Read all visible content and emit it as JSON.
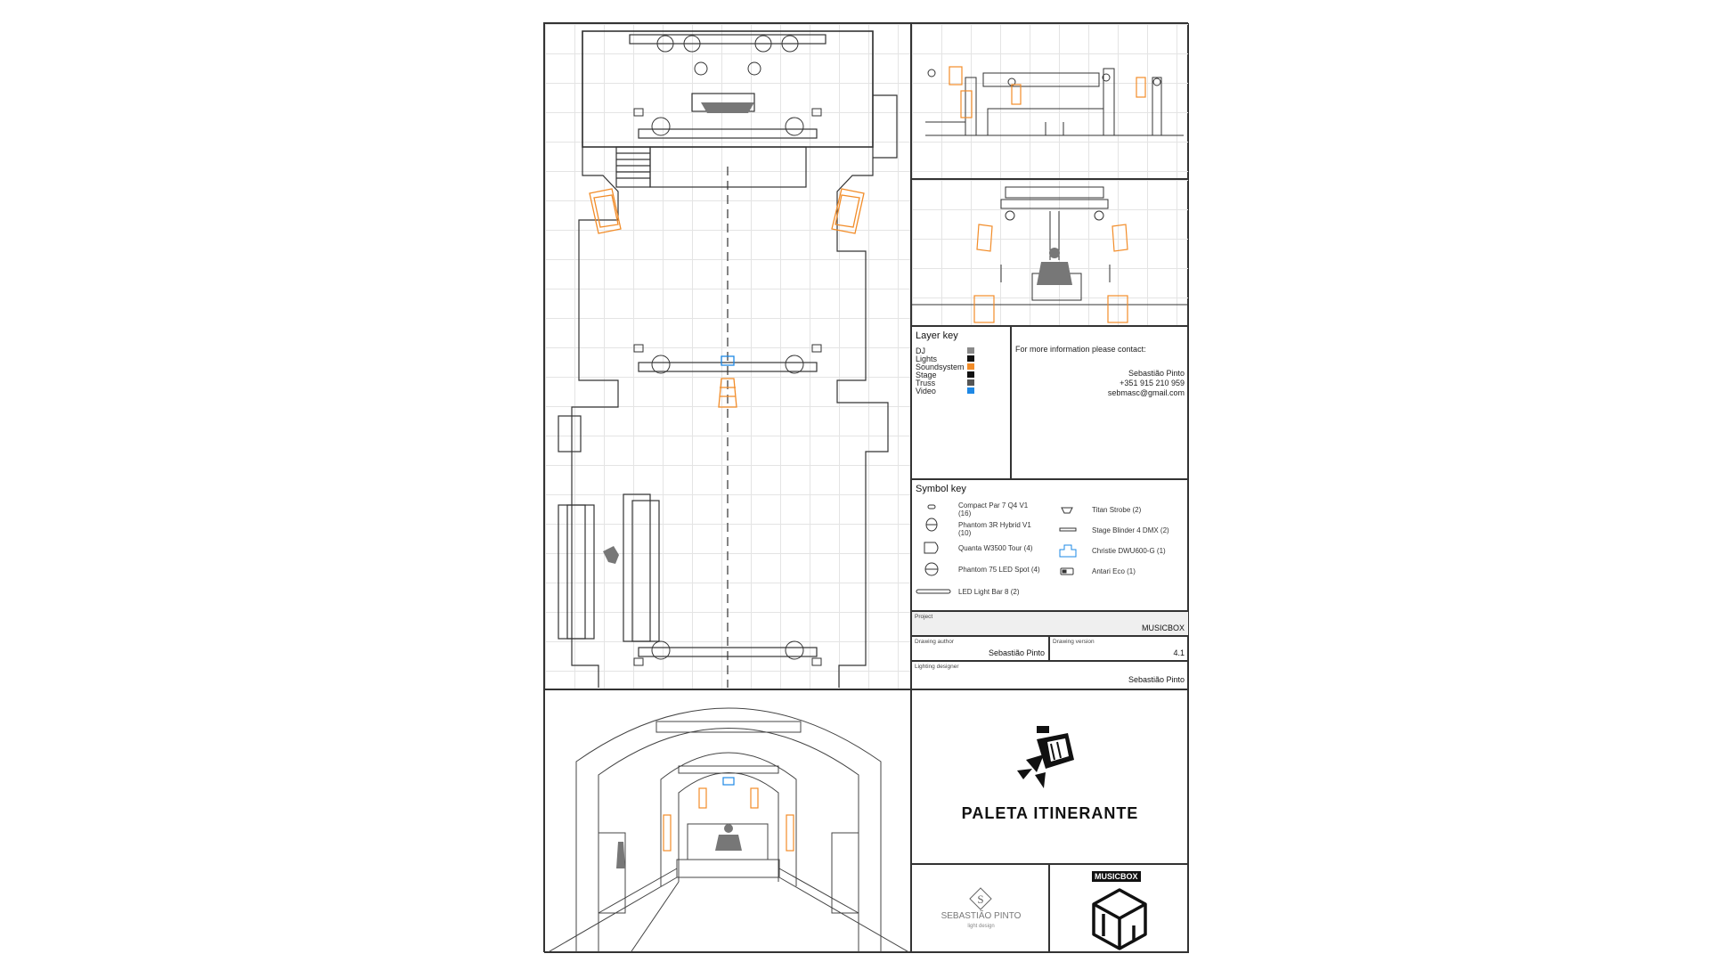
{
  "layer_key": {
    "title": "Layer key",
    "items": [
      {
        "label": "DJ",
        "color": "#8a8a8a"
      },
      {
        "label": "Lights",
        "color": "#111111"
      },
      {
        "label": "Soundsystem",
        "color": "#f28c28"
      },
      {
        "label": "Stage",
        "color": "#111111"
      },
      {
        "label": "Truss",
        "color": "#555555"
      },
      {
        "label": "Video",
        "color": "#1e88e5"
      }
    ]
  },
  "contact": {
    "intro": "For more information please contact:",
    "name": "Sebastião Pinto",
    "phone": "+351 915 210 959",
    "email": "sebmasc@gmail.com"
  },
  "symbol_key": {
    "title": "Symbol key",
    "left": [
      {
        "label": "Compact Par 7 Q4 V1",
        "count": "(16)",
        "icon": "compact-par-icon"
      },
      {
        "label": "Phantom 3R Hybrid V1",
        "count": "(10)",
        "icon": "phantom-hybrid-icon"
      },
      {
        "label": "Quanta W3500 Tour (4)",
        "count": "",
        "icon": "quanta-icon"
      },
      {
        "label": "Phantom 75 LED Spot (4)",
        "count": "",
        "icon": "phantom-spot-icon"
      },
      {
        "label": "LED Light Bar 8 (2)",
        "count": "",
        "icon": "led-bar-icon"
      }
    ],
    "right": [
      {
        "label": "Titan Strobe (2)",
        "icon": "titan-strobe-icon"
      },
      {
        "label": "Stage Blinder 4 DMX (2)",
        "icon": "stage-blinder-icon"
      },
      {
        "label": "Christie DWU600-G (1)",
        "icon": "projector-icon"
      },
      {
        "label": "Antari Eco (1)",
        "icon": "hazer-icon"
      }
    ]
  },
  "title_block": {
    "project_label": "Project",
    "project": "MUSICBOX",
    "author_label": "Drawing author",
    "author": "Sebastião Pinto",
    "version_label": "Drawing version",
    "version": "4.1",
    "designer_label": "Lighting designer",
    "designer": "Sebastião Pinto"
  },
  "brand": {
    "title": "PALETA ITINERANTE",
    "designer_logo_name": "SEBASTIÃO PINTO",
    "designer_logo_sub": "light design",
    "venue_logo": "MUSICBOX"
  },
  "colors": {
    "sound": "#f28c28",
    "video": "#1e88e5",
    "line": "#333333",
    "grid": "#e4e4e4"
  }
}
